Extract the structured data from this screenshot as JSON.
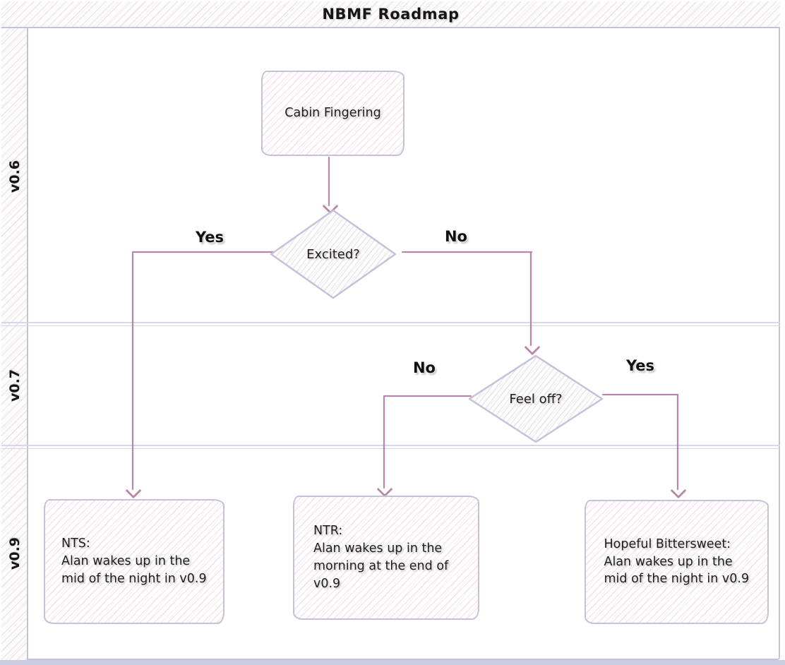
{
  "diagram": {
    "title": "NBMF Roadmap",
    "type": "flowchart-with-swimlanes",
    "lanes": [
      {
        "label": "v0.6"
      },
      {
        "label": "v0.7"
      },
      {
        "label": "v0.9"
      }
    ],
    "nodes": [
      {
        "id": "cabin-fingering",
        "type": "process",
        "lane": "v0.6",
        "label": "Cabin Fingering"
      },
      {
        "id": "excited",
        "type": "decision",
        "lane": "v0.6",
        "label": "Excited?"
      },
      {
        "id": "feel-off",
        "type": "decision",
        "lane": "v0.7",
        "label": "Feel off?"
      },
      {
        "id": "nts",
        "type": "process",
        "lane": "v0.9",
        "label": "NTS:\nAlan wakes up in the mid of the night in v0.9"
      },
      {
        "id": "ntr",
        "type": "process",
        "lane": "v0.9",
        "label": "NTR:\nAlan wakes up in the morning at the end of v0.9"
      },
      {
        "id": "hopeful-bittersweet",
        "type": "process",
        "lane": "v0.9",
        "label": "Hopeful Bittersweet:\nAlan wakes up in the mid of the night in v0.9"
      }
    ],
    "edges": [
      {
        "from": "cabin-fingering",
        "to": "excited",
        "label": ""
      },
      {
        "from": "excited",
        "to": "nts",
        "label": "Yes"
      },
      {
        "from": "excited",
        "to": "feel-off",
        "label": "No"
      },
      {
        "from": "feel-off",
        "to": "ntr",
        "label": "No"
      },
      {
        "from": "feel-off",
        "to": "hopeful-bittersweet",
        "label": "Yes"
      }
    ],
    "colors": {
      "edge": "#b886a8",
      "node_border": "#c5c1da",
      "lane_line": "#d8d5ec",
      "hatch_pink": "#ce8a94",
      "text": "#222222",
      "bottom_strip": "#c9cce0"
    }
  }
}
